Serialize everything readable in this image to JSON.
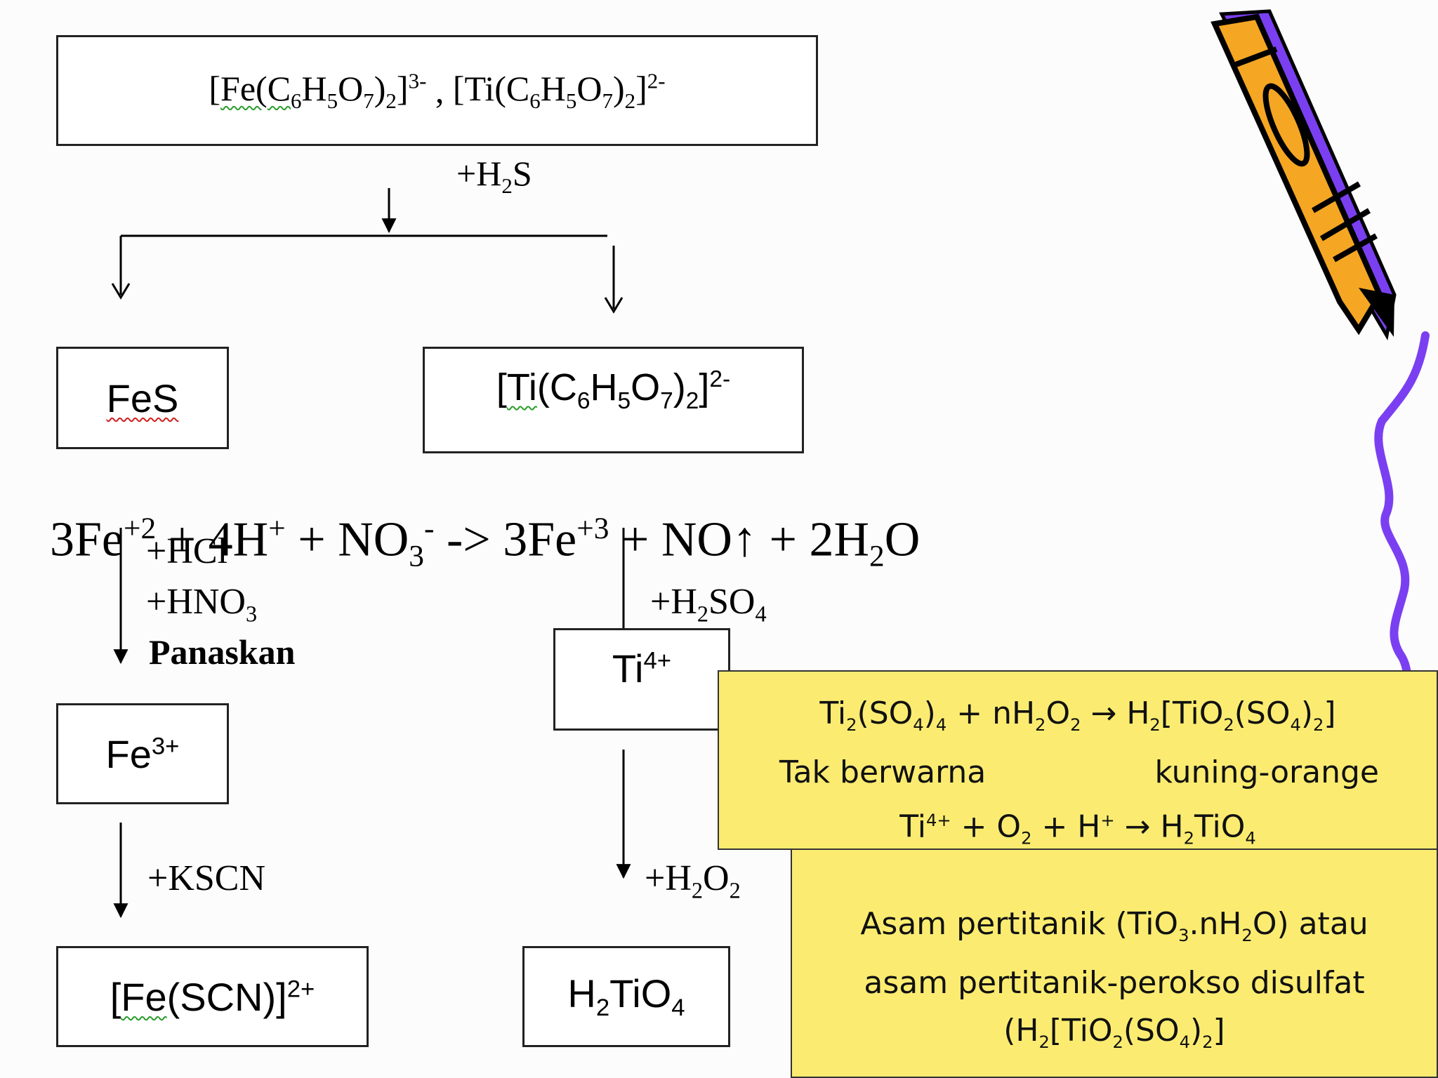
{
  "top_box": {
    "fe_complex": {
      "part1": "Fe(C",
      "s1": "6",
      "part2": "H",
      "s2": "5",
      "part3": "O",
      "s3": "7",
      "part4": ")",
      "s4": "2",
      "part5": "]",
      "charge": "3-"
    },
    "separator": " , ",
    "ti_complex": {
      "part1": "[Ti(C",
      "s1": "6",
      "part2": "H",
      "s2": "5",
      "part3": "O",
      "s3": "7",
      "part4": ")",
      "s4": "2",
      "part5": "]",
      "charge": "2-"
    }
  },
  "reagent_h2s": {
    "a": "+H",
    "s": "2",
    "b": "S"
  },
  "fes_box": {
    "label": "FeS"
  },
  "ti_complex_box": {
    "part1": "Ti",
    "part2": "(C",
    "s1": "6",
    "part3": "H",
    "s2": "5",
    "part4": "O",
    "s3": "7",
    "part5": ")",
    "s4": "2",
    "part6": "]",
    "charge": "2-"
  },
  "redox_equation": {
    "c1": "3Fe",
    "p1": "+2",
    "c2": " + 4H",
    "p2": "+",
    "c3": " + NO",
    "s3": "3",
    "p3": "-",
    "c4": " -> 3Fe",
    "p4": "+3",
    "c5": " + NO",
    "arrow": "↑",
    "c6": " + 2H",
    "s6": "2",
    "c7": "O"
  },
  "left_reagents": {
    "r1": "+HCl",
    "r2a": "+HNO",
    "r2s": "3",
    "r3": "Panaskan"
  },
  "fe3_box": {
    "label": "Fe",
    "charge": "3+"
  },
  "reagent_kscn": "+KSCN",
  "fescn_box": {
    "label_a": "[",
    "label_b": "Fe",
    "label_c": "(SCN)]",
    "charge": "2+"
  },
  "reagent_h2so4": {
    "a": "+H",
    "s": "2",
    "b": "SO",
    "s2": "4"
  },
  "ti4_box": {
    "label": "Ti",
    "charge": "4+"
  },
  "reagent_h2o2": {
    "a": "+H",
    "s": "2",
    "b": "O",
    "s2": "2"
  },
  "h2tio4_box": {
    "a": "H",
    "s": "2",
    "b": "TiO",
    "s2": "4"
  },
  "note_reaction": {
    "line1": {
      "a": "Ti",
      "s1": "2",
      "b": "(SO",
      "s2": "4",
      "c": ")",
      "s3": "4",
      "d": " + nH",
      "s4": "2",
      "e": "O",
      "s5": "2",
      "arrow": " → ",
      "f": "H",
      "s6": "2",
      "g": "[TiO",
      "s7": "2",
      "h": "(SO",
      "s8": "4",
      "i": ")",
      "s9": "2",
      "j": "]"
    },
    "line2_left": "Tak berwarna",
    "line2_right": "kuning-orange",
    "line3": {
      "a": "Ti",
      "p1": "4+",
      "b": " + O",
      "s1": "2",
      "c": " + H",
      "p2": "+",
      "arrow": " → ",
      "d": "H",
      "s2": "2",
      "e": "TiO",
      "s3": "4"
    }
  },
  "note_acid": {
    "line1": {
      "a": "Asam pertitanik (TiO",
      "s1": "3",
      "b": ".nH",
      "s2": "2",
      "c": "O) atau"
    },
    "line2": "asam pertitanik-perokso disulfat",
    "line3": {
      "a": "(H",
      "s1": "2",
      "b": "[TiO",
      "s2": "2",
      "c": "(SO",
      "s3": "4",
      "d": ")",
      "s4": "2",
      "e": "]"
    }
  },
  "colors": {
    "note_fill": "#fbec71",
    "pencil_body": "#f5a623",
    "pencil_shadow": "#7b3ff2",
    "squiggle": "#7b3ff2"
  },
  "decorations": {
    "pencil": "pencil-icon",
    "squiggle": "squiggle-line"
  }
}
